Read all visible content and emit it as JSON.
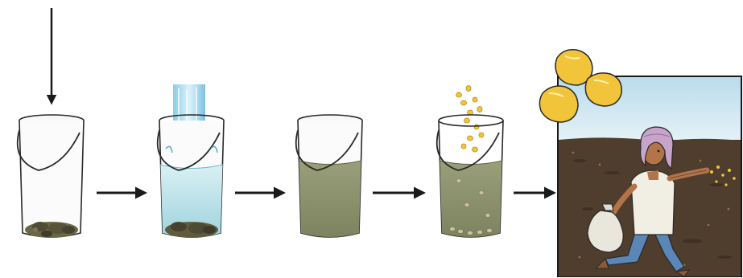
{
  "diagram": {
    "steps": [
      {
        "id": "step-1",
        "content": "dung",
        "water": "none"
      },
      {
        "id": "step-2",
        "content": "dung",
        "water": "pouring"
      },
      {
        "id": "step-3",
        "content": "slurry",
        "water": "murky"
      },
      {
        "id": "step-4",
        "content": "seeds",
        "water": "murky"
      },
      {
        "id": "step-5",
        "content": "farmer-sowing-seeds"
      }
    ],
    "colors": {
      "outline": "#2a2a2a",
      "clear_water": "#bfe3ea",
      "murky_water": "#8a8f6a",
      "dung": "#5d5a3c",
      "seed": "#f2c43a",
      "soil": "#4a3a2c",
      "sky": "#cfe6f0",
      "headscarf": "#c7a4c9",
      "shirt": "#f1eee4",
      "pants": "#5b86b8",
      "skin": "#b3744a"
    },
    "icons": [
      "down-arrow-icon",
      "right-arrow-icon",
      "bucket-icon",
      "water-stream-icon",
      "seed-icon",
      "farmer-icon"
    ]
  }
}
